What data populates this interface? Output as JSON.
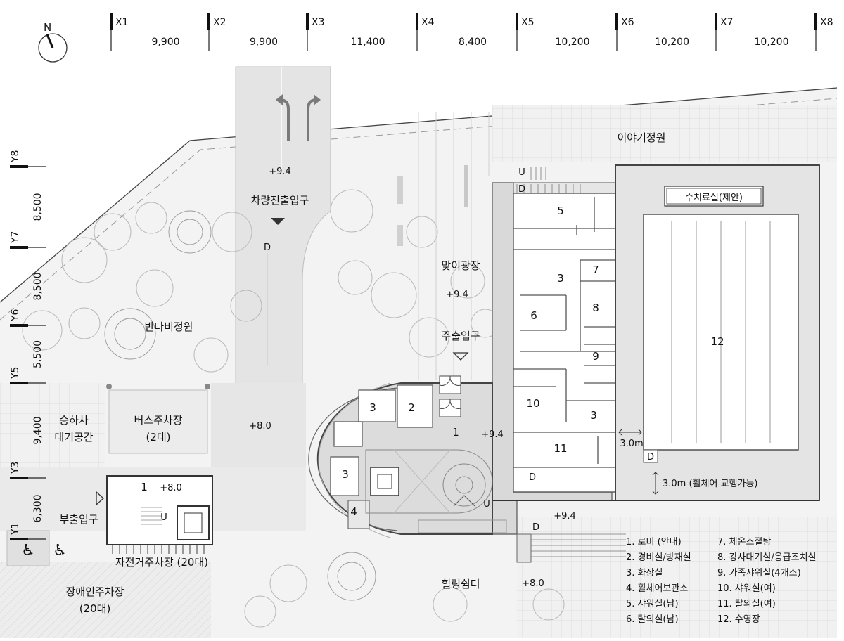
{
  "compass": {
    "north": "N"
  },
  "grid_x": {
    "labels": [
      "X1",
      "X2",
      "X3",
      "X4",
      "X5",
      "X6",
      "X7",
      "X8"
    ],
    "spacings": [
      "9,900",
      "9,900",
      "11,400",
      "8,400",
      "10,200",
      "10,200",
      "10,200"
    ]
  },
  "grid_y": {
    "labels": [
      "Y8",
      "Y7",
      "Y6",
      "Y5",
      "Y3",
      "Y1"
    ],
    "spacings": [
      "8,500",
      "8,500",
      "5,500",
      "9,400",
      "6,300"
    ]
  },
  "site_labels": {
    "story_garden": "이야기정원",
    "vehicle_gate": "차량진출입구",
    "welcome_plaza": "맞이광장",
    "main_entrance": "주출입구",
    "firefly_garden": "반다비정원",
    "pickup_area_1": "승하차",
    "pickup_area_2": "대기공간",
    "bus_parking": "버스주차장",
    "bus_parking_count": "(2대)",
    "secondary_entrance": "부출입구",
    "bike_parking": "자전거주차장 (20대)",
    "accessible_parking": "장애인주차장",
    "accessible_parking_count": "(20대)",
    "healing_rest": "힐링쉼터",
    "pool_room": "수치료실(제안)"
  },
  "elevations": {
    "road_top": "+9.4",
    "plaza": "+9.4",
    "bus": "+8.0",
    "annex": "+8.0",
    "lobby": "+9.4",
    "south_walk": "+9.4",
    "healing": "+8.0"
  },
  "markers": {
    "down": "D",
    "up": "U"
  },
  "room_numbers": [
    "1",
    "2",
    "3",
    "4",
    "5",
    "6",
    "7",
    "8",
    "9",
    "10",
    "11",
    "12"
  ],
  "dimensions": {
    "pool_side": "3.0m",
    "pool_bottom": "3.0m (휠체어 교행가능)"
  },
  "legend": [
    "1. 로비 (안내)",
    "2. 경비실/방재실",
    "3. 화장실",
    "4. 휠체어보관소",
    "5. 샤워실(남)",
    "6. 탈의실(남)",
    "7. 체온조절탕",
    "8. 강사대기실/응급조치실",
    "9. 가족샤워실(4개소)",
    "10. 샤워실(여)",
    "11. 탈의실(여)",
    "12. 수영장"
  ]
}
